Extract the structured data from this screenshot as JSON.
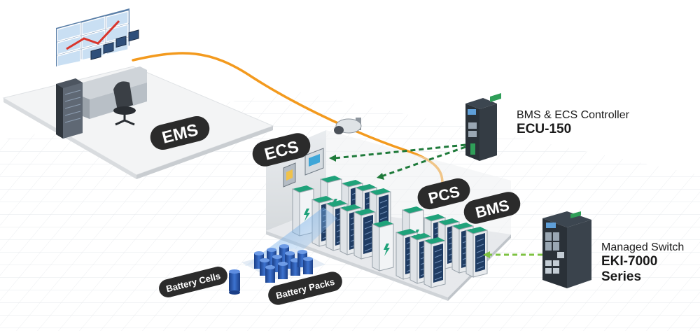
{
  "labels": {
    "ems": "EMS",
    "ecs": "ECS",
    "pcs": "PCS",
    "bms": "BMS",
    "battery_cells": "Battery Cells",
    "battery_packs": "Battery Packs"
  },
  "devices": {
    "controller": {
      "name": "BMS & ECS Controller",
      "model": "ECU-150",
      "icon": "industrial-controller-icon"
    },
    "switch": {
      "name": "Managed Switch",
      "model": "EKI-7000 Series",
      "icon": "managed-switch-icon"
    }
  },
  "colors": {
    "cable": "#f39a1e",
    "link_dark_green": "#1e7a3a",
    "link_light_green": "#7dc242",
    "rack_teal": "#1fa27a",
    "pill": "#2b2b2b",
    "battery_blue": "#2a56a8"
  }
}
